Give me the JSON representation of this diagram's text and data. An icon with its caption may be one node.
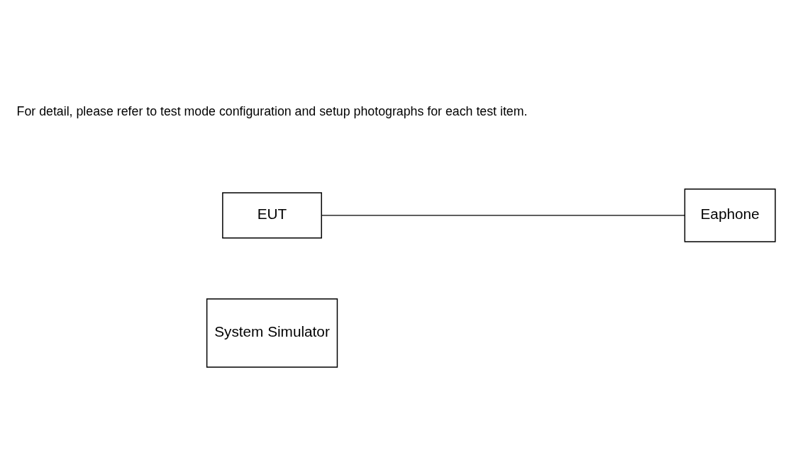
{
  "diagram": {
    "nodes": [
      {
        "text": [
          "System Simulator"
        ]
      },
      {
        "text": [
          "EUT"
        ]
      },
      {
        "text": [
          "Eaphone"
        ]
      }
    ],
    "edges": [
      {
        "from": 1,
        "to": 2,
        "arrow": "none"
      }
    ],
    "labels": [
      "For detail, please refer to test mode configuration and setup photographs for each test item."
    ]
  }
}
